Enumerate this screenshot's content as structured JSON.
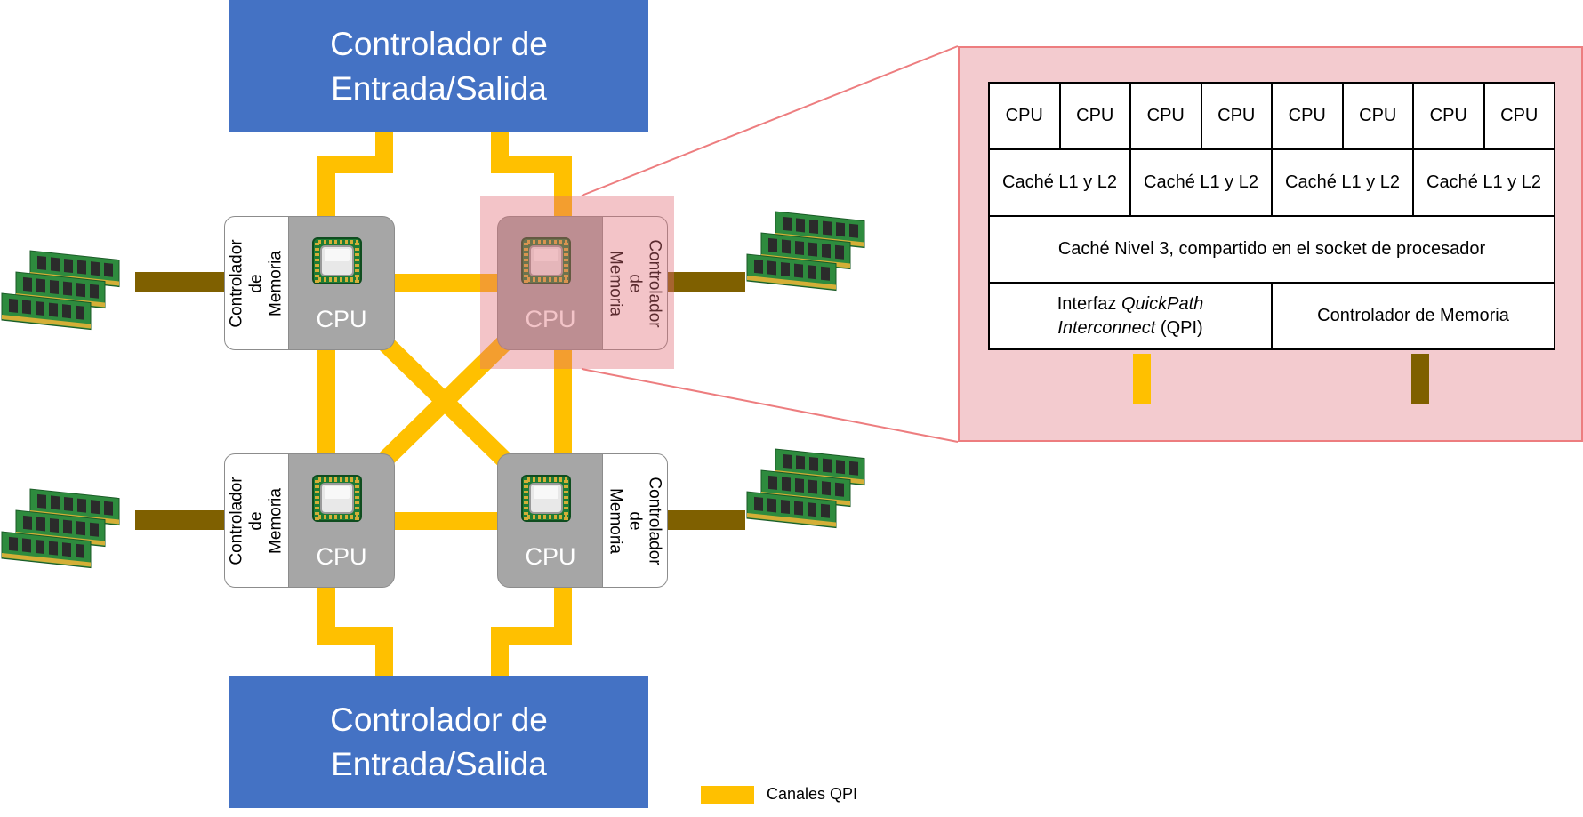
{
  "colors": {
    "qpi_channel": "#ffc000",
    "memory_bus": "#7f6000",
    "io_controller": "#4472c4",
    "cpu_core": "#a6a6a6",
    "highlight": "#e06c75",
    "zoom_panel": "#f3cbcf"
  },
  "io_controllers": {
    "top": "Controlador de\nEntrada/Salida",
    "bottom": "Controlador de\nEntrada/Salida"
  },
  "sockets": [
    {
      "cpu": "CPU",
      "memory_controller": "Controlador\nde Memoria",
      "chip_icon": "cpu-chip-icon",
      "ram_icon": "ram-modules-icon"
    },
    {
      "cpu": "CPU",
      "memory_controller": "Controlador\nde Memoria",
      "chip_icon": "cpu-chip-icon",
      "ram_icon": "ram-modules-icon"
    },
    {
      "cpu": "CPU",
      "memory_controller": "Controlador\nde Memoria",
      "chip_icon": "cpu-chip-icon",
      "ram_icon": "ram-modules-icon"
    },
    {
      "cpu": "CPU",
      "memory_controller": "Controlador\nde Memoria",
      "chip_icon": "cpu-chip-icon",
      "ram_icon": "ram-modules-icon"
    }
  ],
  "zoom": {
    "cores": [
      "CPU",
      "CPU",
      "CPU",
      "CPU",
      "CPU",
      "CPU",
      "CPU",
      "CPU"
    ],
    "caches": [
      "Caché L1 y L2",
      "Caché L1 y L2",
      "Caché L1 y L2",
      "Caché L1 y L2"
    ],
    "l3": "Caché Nivel 3, compartido en el socket de procesador",
    "qpi_prefix": "Interfaz ",
    "qpi_italic": "QuickPath",
    "qpi_italic2": "Interconnect",
    "qpi_suffix": " (QPI)",
    "memory_controller": "Controlador de Memoria"
  },
  "legend": {
    "label": "Canales QPI"
  }
}
